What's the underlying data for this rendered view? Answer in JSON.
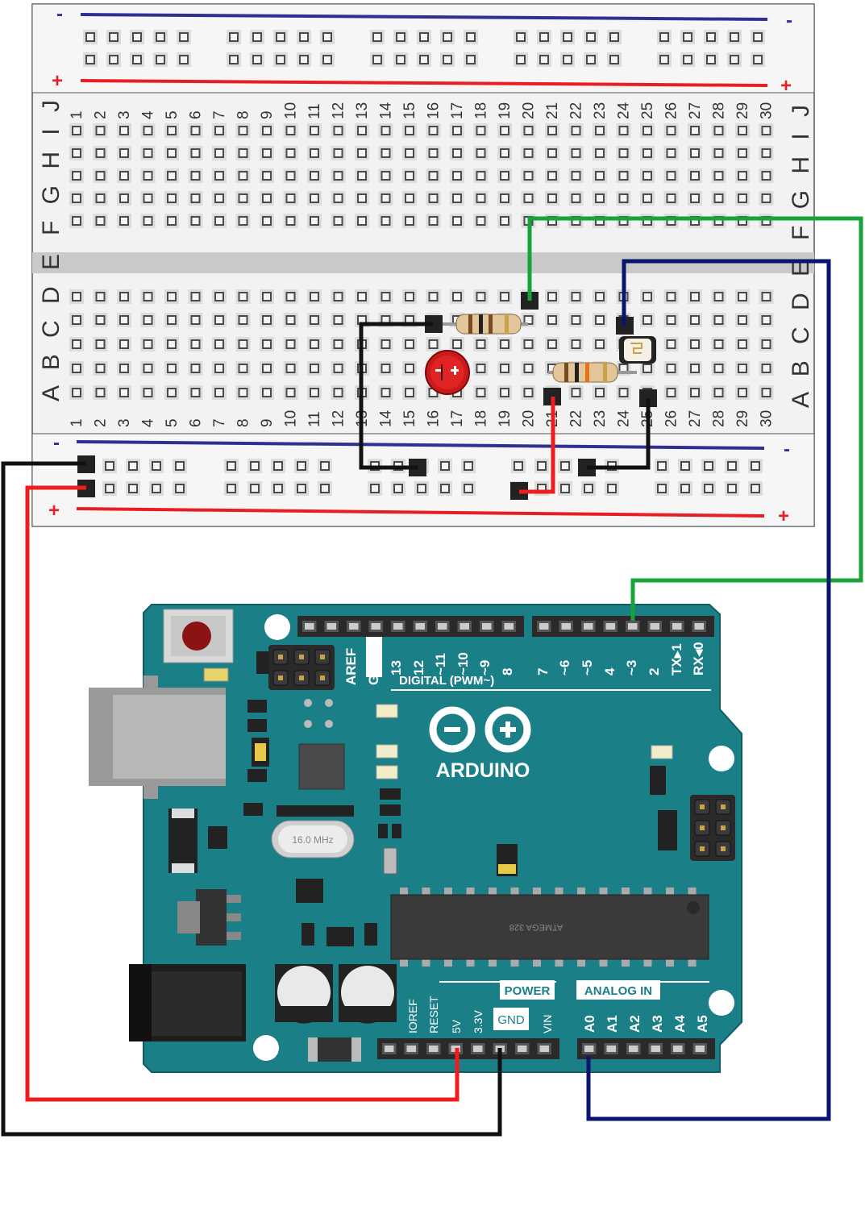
{
  "breadboard": {
    "columns": [
      "1",
      "2",
      "3",
      "4",
      "5",
      "6",
      "7",
      "8",
      "9",
      "10",
      "11",
      "12",
      "13",
      "14",
      "15",
      "16",
      "17",
      "18",
      "19",
      "20",
      "21",
      "22",
      "23",
      "24",
      "25",
      "26",
      "27",
      "28",
      "29",
      "30"
    ],
    "rows_top": "F G H I J",
    "rows_bottom": "A B C D E",
    "rail_minus": "-",
    "rail_plus": "+"
  },
  "arduino": {
    "brand": "ARDUINO",
    "digital_header": "DIGITAL (PWM~)",
    "digital_pins": [
      "AREF",
      "GND",
      "13",
      "12",
      "~11",
      "~10",
      "~9",
      "8",
      "7",
      "~6",
      "~5",
      "4",
      "~3",
      "2",
      "TX▸1",
      "RX◂0"
    ],
    "power_header": "POWER",
    "power_pins": [
      "IOREF",
      "RESET",
      "5V",
      "3.3V",
      "GND",
      "VIN"
    ],
    "analog_header": "ANALOG IN",
    "analog_pins": [
      "A0",
      "A1",
      "A2",
      "A3",
      "A4",
      "A5"
    ],
    "crystal": "16.0 MHz",
    "chip": "ATMEGA 328"
  },
  "colors": {
    "board": "#1a7f87",
    "red_wire": "#ee1c1c",
    "black_wire": "#111111",
    "green_wire": "#17a33a",
    "blue_wire": "#0a1570"
  }
}
